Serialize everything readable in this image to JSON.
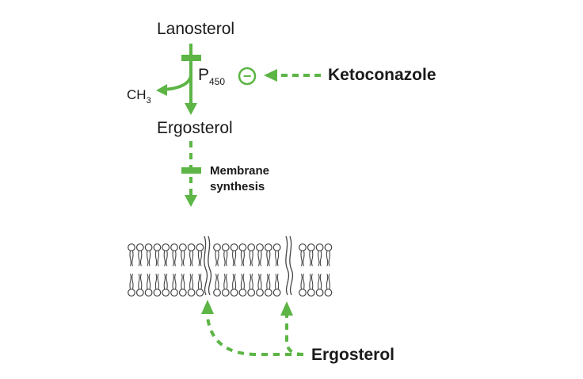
{
  "diagram": {
    "molecules": {
      "lanosterol": "Lanosterol",
      "ergosterol_top": "Ergosterol",
      "ergosterol_bottom": "Ergosterol",
      "methyl": "CH",
      "methyl_sub": "3"
    },
    "enzyme": {
      "label": "P",
      "sub": "450"
    },
    "inhibitor": {
      "name": "Ketoconazole",
      "symbol": "−"
    },
    "process": {
      "line1": "Membrane",
      "line2": "synthesis"
    },
    "colors": {
      "accent": "#5cb545",
      "text": "#1a1a1a",
      "membrane": "#444444"
    }
  }
}
